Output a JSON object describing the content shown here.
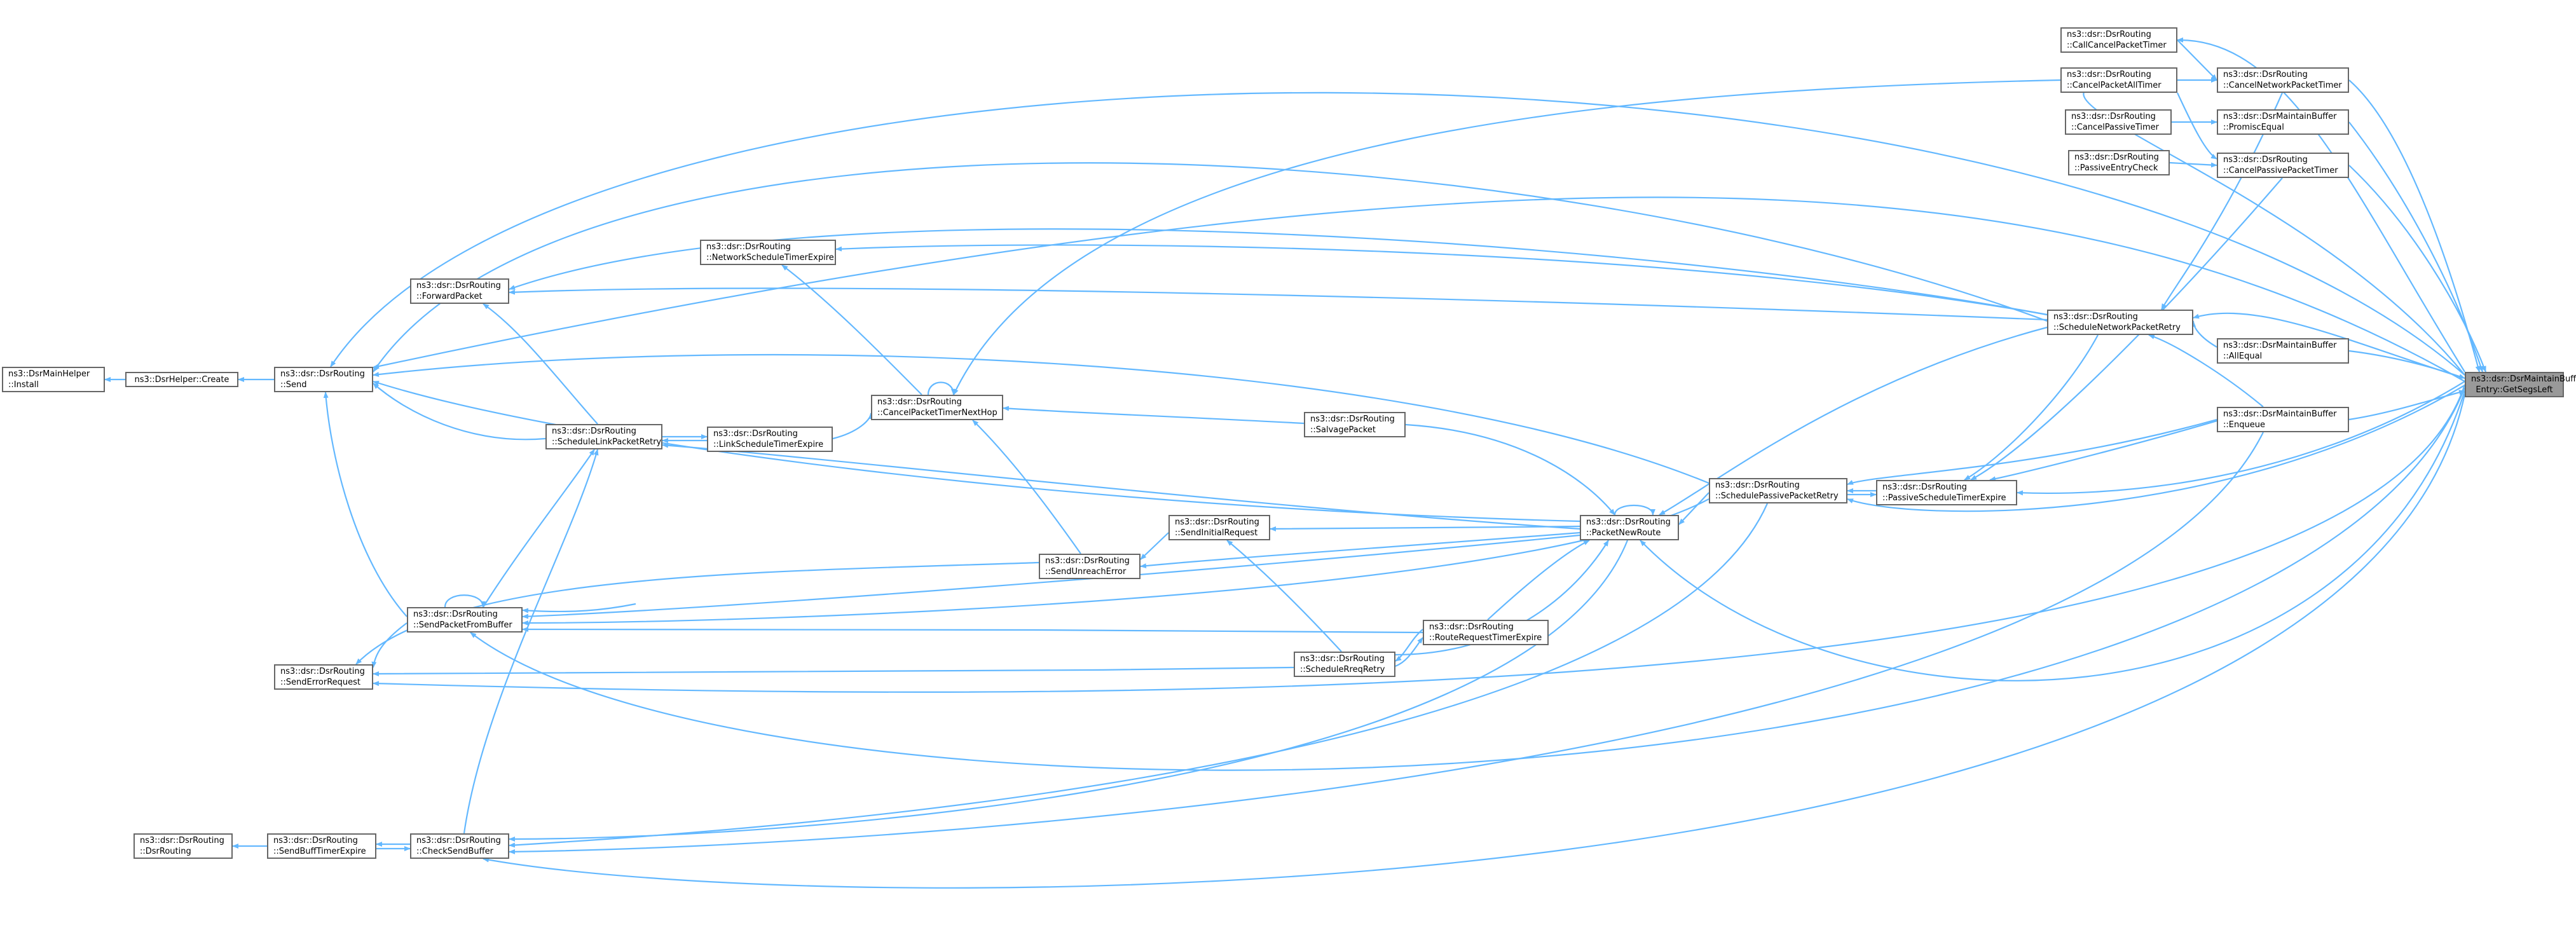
{
  "graph": {
    "colors": {
      "edge": "#63b8ff",
      "node_border": "#666666",
      "node_fill": "#ffffff",
      "focus_fill": "#999999"
    },
    "nodes": {
      "main_install": {
        "l1": "ns3::DsrMainHelper",
        "l2": "::Install"
      },
      "helper_create": {
        "l1": "ns3::DsrHelper::Create",
        "l2": ""
      },
      "send": {
        "l1": "ns3::dsr::DsrRouting",
        "l2": "::Send"
      },
      "forward_packet": {
        "l1": "ns3::dsr::DsrRouting",
        "l2": "::ForwardPacket"
      },
      "network_schedule_timer_expire": {
        "l1": "ns3::dsr::DsrRouting",
        "l2": "::NetworkScheduleTimerExpire"
      },
      "cancel_packet_timer_next_hop": {
        "l1": "ns3::dsr::DsrRouting",
        "l2": "::CancelPacketTimerNextHop"
      },
      "schedule_link_packet_retry": {
        "l1": "ns3::dsr::DsrRouting",
        "l2": "::ScheduleLinkPacketRetry"
      },
      "link_schedule_timer_expire": {
        "l1": "ns3::dsr::DsrRouting",
        "l2": "::LinkScheduleTimerExpire"
      },
      "salvage_packet": {
        "l1": "ns3::dsr::DsrRouting",
        "l2": "::SalvagePacket"
      },
      "send_initial_request": {
        "l1": "ns3::dsr::DsrRouting",
        "l2": "::SendInitialRequest"
      },
      "send_unreach_error": {
        "l1": "ns3::dsr::DsrRouting",
        "l2": "::SendUnreachError"
      },
      "send_packet_from_buffer": {
        "l1": "ns3::dsr::DsrRouting",
        "l2": "::SendPacketFromBuffer"
      },
      "send_error_request": {
        "l1": "ns3::dsr::DsrRouting",
        "l2": "::SendErrorRequest"
      },
      "schedule_rreq_retry": {
        "l1": "ns3::dsr::DsrRouting",
        "l2": "::ScheduleRreqRetry"
      },
      "route_request_timer_expire": {
        "l1": "ns3::dsr::DsrRouting",
        "l2": "::RouteRequestTimerExpire"
      },
      "packet_new_route": {
        "l1": "ns3::dsr::DsrRouting",
        "l2": "::PacketNewRoute"
      },
      "schedule_passive_packet_retry": {
        "l1": "ns3::dsr::DsrRouting",
        "l2": "::SchedulePassivePacketRetry"
      },
      "passive_schedule_timer_expire": {
        "l1": "ns3::dsr::DsrRouting",
        "l2": "::PassiveScheduleTimerExpire"
      },
      "schedule_network_packet_retry": {
        "l1": "ns3::dsr::DsrRouting",
        "l2": "::ScheduleNetworkPacketRetry"
      },
      "call_cancel_packet_timer": {
        "l1": "ns3::dsr::DsrRouting",
        "l2": "::CallCancelPacketTimer"
      },
      "cancel_packet_all_timer": {
        "l1": "ns3::dsr::DsrRouting",
        "l2": "::CancelPacketAllTimer"
      },
      "cancel_passive_timer": {
        "l1": "ns3::dsr::DsrRouting",
        "l2": "::CancelPassiveTimer"
      },
      "passive_entry_check": {
        "l1": "ns3::dsr::DsrRouting",
        "l2": "::PassiveEntryCheck"
      },
      "cancel_network_packet_timer": {
        "l1": "ns3::dsr::DsrRouting",
        "l2": "::CancelNetworkPacketTimer"
      },
      "promisc_equal": {
        "l1": "ns3::dsr::DsrMaintainBuffer",
        "l2": "::PromiscEqual"
      },
      "cancel_passive_packet_timer": {
        "l1": "ns3::dsr::DsrRouting",
        "l2": "::CancelPassivePacketTimer"
      },
      "all_equal": {
        "l1": "ns3::dsr::DsrMaintainBuffer",
        "l2": "::AllEqual"
      },
      "enqueue": {
        "l1": "ns3::dsr::DsrMaintainBuffer",
        "l2": "::Enqueue"
      },
      "get_segs_left": {
        "l1": "ns3::dsr::DsrMaintainBuff",
        "l2": "Entry::GetSegsLeft"
      },
      "dsr_routing_ctor": {
        "l1": "ns3::dsr::DsrRouting",
        "l2": "::DsrRouting"
      },
      "send_buff_timer_expire": {
        "l1": "ns3::dsr::DsrRouting",
        "l2": "::SendBuffTimerExpire"
      },
      "check_send_buffer": {
        "l1": "ns3::dsr::DsrRouting",
        "l2": "::CheckSendBuffer"
      }
    }
  }
}
